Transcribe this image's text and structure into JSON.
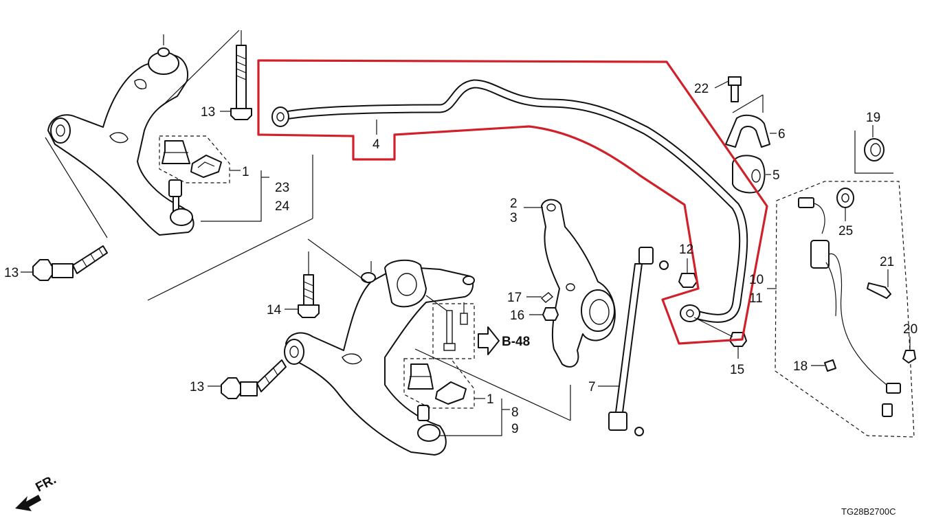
{
  "diagram_code": "TG28B2700C",
  "front_indicator": "FR.",
  "reference": "B-48",
  "highlight_color": "#d0202a",
  "callouts": {
    "c1a": "1",
    "c1b": "1",
    "c2": "2",
    "c3": "3",
    "c4": "4",
    "c5": "5",
    "c6": "6",
    "c7": "7",
    "c8": "8",
    "c9": "9",
    "c10": "10",
    "c11": "11",
    "c12": "12",
    "c13a": "13",
    "c13b": "13",
    "c13c": "13",
    "c14": "14",
    "c15": "15",
    "c16": "16",
    "c17": "17",
    "c18": "18",
    "c19": "19",
    "c20": "20",
    "c21": "21",
    "c22": "22",
    "c23": "23",
    "c24": "24",
    "c25": "25"
  }
}
